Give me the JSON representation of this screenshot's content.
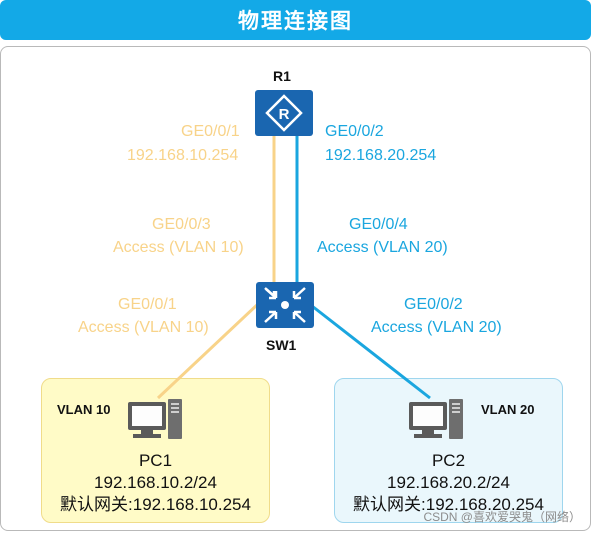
{
  "title": "物理连接图",
  "colors": {
    "title_bg": "#13a9e7",
    "vlan10": "#f8d389",
    "vlan20": "#1aa6df",
    "device": "#1a66b0"
  },
  "r1": {
    "name": "R1",
    "icon": "router-icon"
  },
  "sw1": {
    "name": "SW1",
    "icon": "layer3-switch-icon"
  },
  "links": {
    "r1_left": {
      "port": "GE0/0/1",
      "ip": "192.168.10.254"
    },
    "r1_right": {
      "port": "GE0/0/2",
      "ip": "192.168.20.254"
    },
    "sw_up_left": {
      "port": "GE0/0/3",
      "mode": "Access (VLAN 10)"
    },
    "sw_up_right": {
      "port": "GE0/0/4",
      "mode": "Access (VLAN 20)"
    },
    "sw_down_left": {
      "port": "GE0/0/1",
      "mode": "Access (VLAN 10)"
    },
    "sw_down_right": {
      "port": "GE0/0/2",
      "mode": "Access (VLAN 20)"
    }
  },
  "pc1": {
    "vlan": "VLAN 10",
    "name": "PC1",
    "ip": "192.168.10.2/24",
    "gateway": "默认网关:192.168.10.254",
    "icon": "pc-icon"
  },
  "pc2": {
    "vlan": "VLAN 20",
    "name": "PC2",
    "ip": "192.168.20.2/24",
    "gateway": "默认网关:192.168.20.254",
    "icon": "pc-icon"
  },
  "watermark": "CSDN @喜欢爱哭鬼（网络）"
}
